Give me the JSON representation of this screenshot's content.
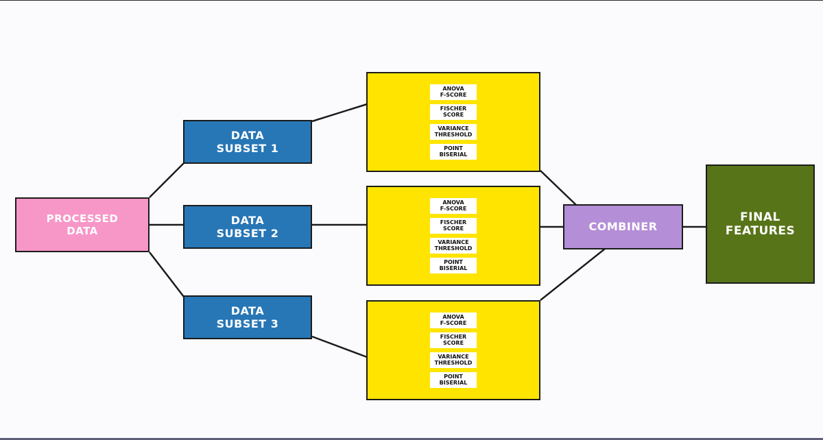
{
  "nodes": {
    "processed_data": "PROCESSED\nDATA",
    "subset_1": "DATA\nSUBSET 1",
    "subset_2": "DATA\nSUBSET 2",
    "subset_3": "DATA\nSUBSET 3",
    "combiner": "COMBINER",
    "final_features": "FINAL\nFEATURES"
  },
  "method_groups": [
    {
      "methods": [
        "ANOVA\nF-SCORE",
        "FISCHER\nSCORE",
        "VARIANCE\nTHRESHOLD",
        "POINT\nBISERIAL"
      ]
    },
    {
      "methods": [
        "ANOVA\nF-SCORE",
        "FISCHER\nSCORE",
        "VARIANCE\nTHRESHOLD",
        "POINT\nBISERIAL"
      ]
    },
    {
      "methods": [
        "ANOVA\nF-SCORE",
        "FISCHER\nSCORE",
        "VARIANCE\nTHRESHOLD",
        "POINT\nBISERIAL"
      ]
    }
  ],
  "colors": {
    "processed": "#f797c8",
    "subset": "#2776b6",
    "methods_box": "#ffe400",
    "combiner": "#b48ed6",
    "final": "#587419"
  }
}
